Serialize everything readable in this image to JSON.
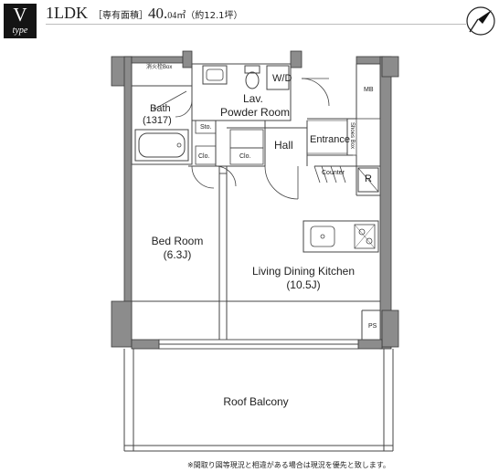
{
  "header": {
    "type_letter": "V",
    "type_word": "type",
    "layout": "1LDK",
    "area_label": "［専有面積］",
    "area_int": "40.",
    "area_dec": "04㎡",
    "area_tsubo": "（約12.1坪）"
  },
  "rooms": {
    "fire_hydrant": "消火栓Box",
    "bath_name": "Bath",
    "bath_size": "(1317)",
    "wd": "W/D",
    "lav": "Lav.",
    "powder_room": "Powder Room",
    "sto": "Sto.",
    "clo_left": "Clo.",
    "clo_right": "Clo.",
    "hall": "Hall",
    "entrance": "Entrance",
    "mb": "MB",
    "shoes_box": "Shoes Box",
    "counter": "Counter",
    "refrigerator": "R",
    "bed_room": "Bed Room",
    "bed_size": "(6.3J)",
    "ldk": "Living Dining Kitchen",
    "ldk_size": "(10.5J)",
    "ps": "PS",
    "roof_balcony": "Roof Balcony"
  },
  "footer": {
    "note": "※間取り図等現況と相違がある場合は現況を優先と致します。"
  },
  "colors": {
    "wall": "#8c8c8c",
    "wall_outline": "#3a3a3a",
    "line": "#444444",
    "badge_bg": "#141414"
  },
  "icons": [
    "north-arrow-icon",
    "bathtub-icon",
    "toilet-icon",
    "sink-icon",
    "stove-icon"
  ]
}
